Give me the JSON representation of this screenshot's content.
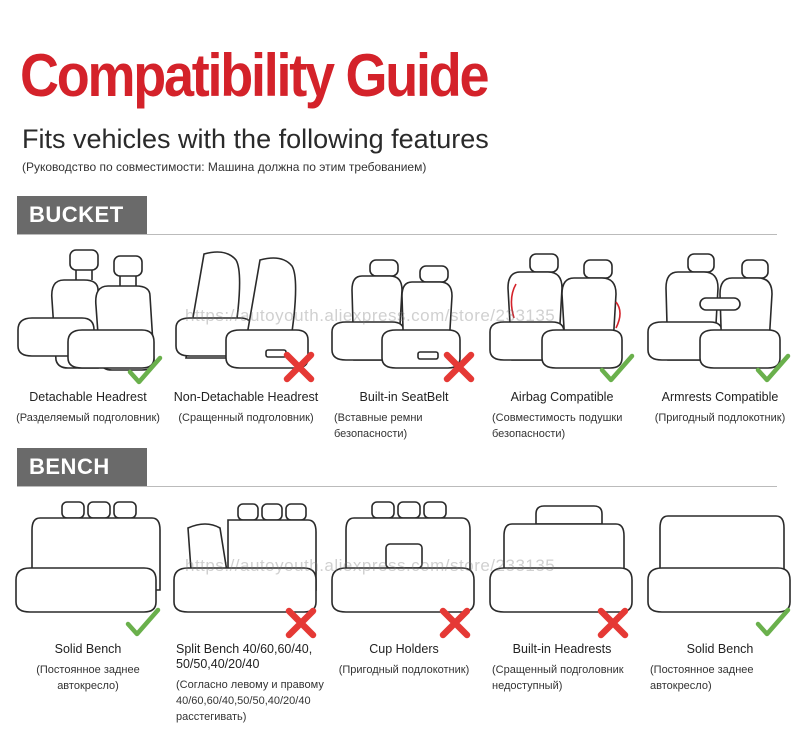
{
  "header": {
    "title": "Compatibility Guide",
    "subtitle": "Fits vehicles with the following features",
    "subtitle_ru": "(Руководство по совместимости: Машина должна по этим требованием)"
  },
  "watermark": "https://autoyouth.aliexpress.com/store/233135",
  "colors": {
    "title": "#d4222a",
    "check": "#6ab04c",
    "cross": "#e53935",
    "section": "#6a6a6a"
  },
  "bucket": {
    "label": "BUCKET",
    "items": [
      {
        "label": "Detachable Headrest",
        "label_ru": "(Разделяемый подголовник)",
        "status": "check-icon"
      },
      {
        "label": "Non-Detachable Headrest",
        "label_ru": "(Сращенный подголовник)",
        "status": "cross-icon"
      },
      {
        "label": "Built-in SeatBelt",
        "label_ru": "(Вставные ремни безопасности)",
        "status": "cross-icon"
      },
      {
        "label": "Airbag Compatible",
        "label_ru": "(Совместимость подушки безопасности)",
        "status": "check-icon"
      },
      {
        "label": "Armrests Compatible",
        "label_ru": "(Пригодный подлокотник)",
        "status": "check-icon"
      }
    ]
  },
  "bench": {
    "label": "BENCH",
    "items": [
      {
        "label": "Solid Bench",
        "label_ru": "(Постоянное заднее автокресло)",
        "status": "check-icon"
      },
      {
        "label": "Split Bench 40/60,60/40, 50/50,40/20/40",
        "label_ru": "(Согласно левому и правому 40/60,60/40,50/50,40/20/40 расстегивать)",
        "status": "cross-icon"
      },
      {
        "label": "Cup Holders",
        "label_ru": "(Пригодный подлокотник)",
        "status": "cross-icon"
      },
      {
        "label": "Built-in Headrests",
        "label_ru": "(Сращенный подголовник недоступный)",
        "status": "cross-icon"
      },
      {
        "label": "Solid Bench",
        "label_ru": "(Постоянное заднее автокресло)",
        "status": "check-icon"
      }
    ]
  }
}
